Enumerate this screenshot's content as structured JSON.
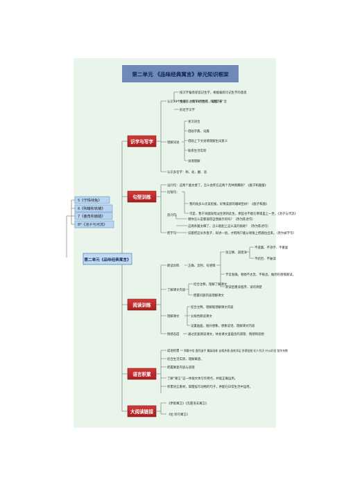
{
  "title": "第二单元 《品味经典寓言》单元知识框架",
  "center_label": "第二单元《品味经典寓言》",
  "lessons": [
    "5《守株待兔》",
    "6《陶罐和铁罐》",
    "7《鹿角和鹿腿》",
    "8*《池子与河流》"
  ],
  "sections": [
    {
      "label": "识字与写字",
      "rows": [
        "认识33个生字，会写33个生字，掌握“末”音",
        "按汉字偏旁部首记生字，根据偏旁识记生字的意思",
        "换偏旁、换字组新词，归类识字",
        "形近字识字",
        "理解词语",
        "查汉语合",
        "借助字典、词典",
        "借助上下文语境理解生词意义",
        "联系生活实际",
        "语境理解",
        "认识多音字：称、处、翻、恶"
      ]
    },
    {
      "label": "句型训练",
      "rows": [
        "设问句：这两个鹿太傻了，怎么会死在这两个荒林侧鹰呢？《鹿子和鹿腿》",
        "比喻句：",
        "我的角多么优美挺拔，好像美丽的珊瑚宝树！《鹿子和鹿》",
        "可是，我宁肯腿发暗淡生锈的此生，那些也不能在寒夜里上一世。《池子与河流》",
        "反问句",
        "哪你怎么是都值得自我展示的吗？（改为陈述句）",
        "这两条腿太细了，怎么能配上这么美的角呢？（改为陈述句）",
        "把字句",
        "说着把这长条盘子，尿进一组，才把两只鹿从顿角上把鹿拉出来。（改为被字句）"
      ]
    },
    {
      "label": "阅读训练",
      "rows": [
        "朗读训练",
        "正确、流利、有感情",
        "语言精、道理深",
        "不遗漏、不添字、不重复",
        "不结巴、不破读",
        "字音准确，顿挫不太急，不拖沓，做到有感情朗读。",
        "默读后重读程序，读的清楚",
        "了解课文内容",
        "结合注释，理解了解课文",
        "把握问题内容理解课文",
        "理解课文",
        "结合注释，理解能理解课文内容",
        "分角色朗读课文",
        "设置画面，展开想象，想象说话，理解课文内容",
        "情感态度",
        "通过反复朗读课文，体会课文里蕴含的道理、情感和思想"
      ]
    },
    {
      "label": "语言积累",
      "rows": [
        "成语积累",
        "郑重守信 鹿死谁手 雕梁画栋 自相矛盾 画蛇添足 卧薪尝胆 杞人忧天 叶公好龙 滥竽充数",
        "结合生活实际，理解寓意。",
        "把握寓意内容与道理",
        "了解“寓言”这一体裁文体写作特点，并能正确运用。",
        "积累语言素材，掌握描写动物的句子，并能在日常生活中运用。"
      ]
    },
    {
      "label": "大阅读链接",
      "rows": [
        "《伊索寓言》《克雷洛夫寓言》",
        "《拉·封丹寓言》"
      ]
    }
  ]
}
